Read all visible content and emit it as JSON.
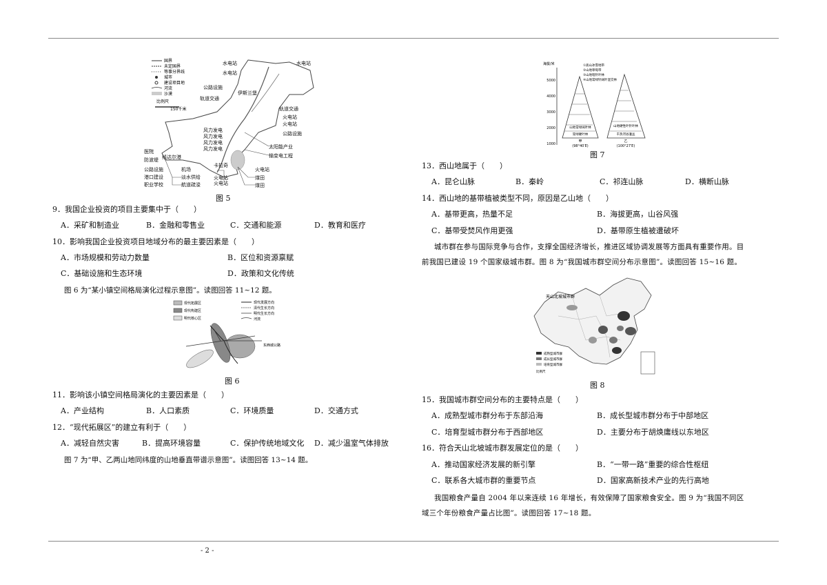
{
  "page_number": "- 2 -",
  "fig5": {
    "caption": "图 5",
    "legend": [
      "国界",
      "未定国界",
      "等事分界线",
      "城市",
      "建设项目地",
      "河流",
      "沙漠",
      "比例尺"
    ],
    "scale": "150千米",
    "labels": [
      "水电站",
      "水电站",
      "水电站",
      "公路设施",
      "伊斯兰堡",
      "轨道交通",
      "轨道交通",
      "火电站",
      "火电站",
      "公路设施",
      "风力发电",
      "风力发电",
      "风力发电",
      "风力发电",
      "太阳能产业",
      "输变电工程",
      "火电站",
      "医院",
      "防波堤",
      "公路设施",
      "港口建设",
      "职业学校",
      "机场",
      "淡水供给",
      "航道疏浚",
      "卡拉奇",
      "火电站",
      "火电站",
      "煤田",
      "煤田",
      "线达尔港"
    ]
  },
  "q9": {
    "stem": "9．我国企业投资的项目主要集中于（　　）",
    "options": [
      "A．采矿和制造业",
      "B．金融和零售业",
      "C．交通和能源",
      "D．教育和医疗"
    ]
  },
  "q10": {
    "stem": "10．影响我国企业投资项目地域分布的最主要因素是（　　）",
    "options": [
      "A．市场规模和劳动力数量",
      "B．区位和资源禀赋",
      "C．基础设施和生态环境",
      "D．政策和文化传统"
    ]
  },
  "intro6": "图 6 为“某小镇空间格局演化过程示意图”。读图回答 11~12 题。",
  "fig6": {
    "caption": "图 6",
    "legend_left": [
      "现代拓展区",
      "现代构建区",
      "明代核心区"
    ],
    "legend_right": [
      "现代发展方向",
      "清代生长方向",
      "明代生长方向",
      "河流"
    ],
    "road_label": "东西城公路"
  },
  "q11": {
    "stem": "11．影响该小镇空间格局演化的主要因素是（　　）",
    "options": [
      "A．产业结构",
      "B．人口素质",
      "C．环境质量",
      "D．交通方式"
    ]
  },
  "q12": {
    "stem": "12．“现代拓展区”的建立有利于（　　）",
    "options": [
      "A．减轻自然灾害",
      "B．提高环境容量",
      "C．保护传统地域文化",
      "D．减少温室气体排放"
    ]
  },
  "intro7": "图 7 为“甲、乙两山地同纬度的山地垂直带谱示意图”。读图回答 13~14 题。",
  "fig7": {
    "caption": "图 7",
    "ylabel": "海拔/米",
    "yticks": [
      "5000",
      "4000",
      "3000",
      "2000",
      "1000"
    ],
    "legend": [
      "①高山冰雪地带",
      "②山地草甸带",
      "③山地暗针叶林",
      "④山地常绿针阔叶混交林"
    ],
    "left_label": "甲",
    "left_coord": "(98°40′E)",
    "right_label": "乙",
    "right_coord": "(100°27′E)",
    "left_base": [
      "山地常绿阔叶林",
      "常绿硬叶林"
    ],
    "right_base": [
      "山地硬性叶针叶林",
      "干热河谷灌丛"
    ]
  },
  "q13": {
    "stem": "13．西山地属于（　　）",
    "options": [
      "A．昆仑山脉",
      "B．秦岭",
      "C．祁连山脉",
      "D．横断山脉"
    ]
  },
  "q14": {
    "stem": "14．西山地的基带植被类型不同，原因是乙山地（　　）",
    "options": [
      "A．基带更高，热量不足",
      "B．海拔更高，山谷风强",
      "C．基带受焚风作用更强",
      "D．基带原生植被遭破坏"
    ]
  },
  "intro8": "城市群在参与国际竞争与合作，支撑全国经济增长，推进区域协调发展等方面具有重要作用。目前我国已建设 19 个国家级城市群。图 8 为“我国城市群空间分布示意图”。读图回答 15~16 题。",
  "fig8": {
    "caption": "图 8",
    "label_top": "天山北坡城市群",
    "legend": [
      "成熟型城市群",
      "成长型城市群",
      "培育型城市群"
    ],
    "scale": "比例尺"
  },
  "q15": {
    "stem": "15．我国城市群空间分布的主要特点是（　　）",
    "options": [
      "A．成熟型城市群分布于东部沿海",
      "B．成长型城市群分布于中部地区",
      "C．培育型城市群分布于西部地区",
      "D．主要分布于胡焕庸线以东地区"
    ]
  },
  "q16": {
    "stem": "16．符合天山北坡城市群发展定位的是（　　）",
    "options": [
      "A．推动国家经济发展的新引擎",
      "B．“一带一路”重要的综合性枢纽",
      "C．联系各大城市群的重要节点",
      "D．国家高新技术产业的先行高地"
    ]
  },
  "intro9": "我国粮食产量自 2004 年以来连续 16 年增长，有效保障了国家粮食安全。图 9 为“我国不同区域三个年份粮食产量占比图”。读图回答 17~18 题。"
}
